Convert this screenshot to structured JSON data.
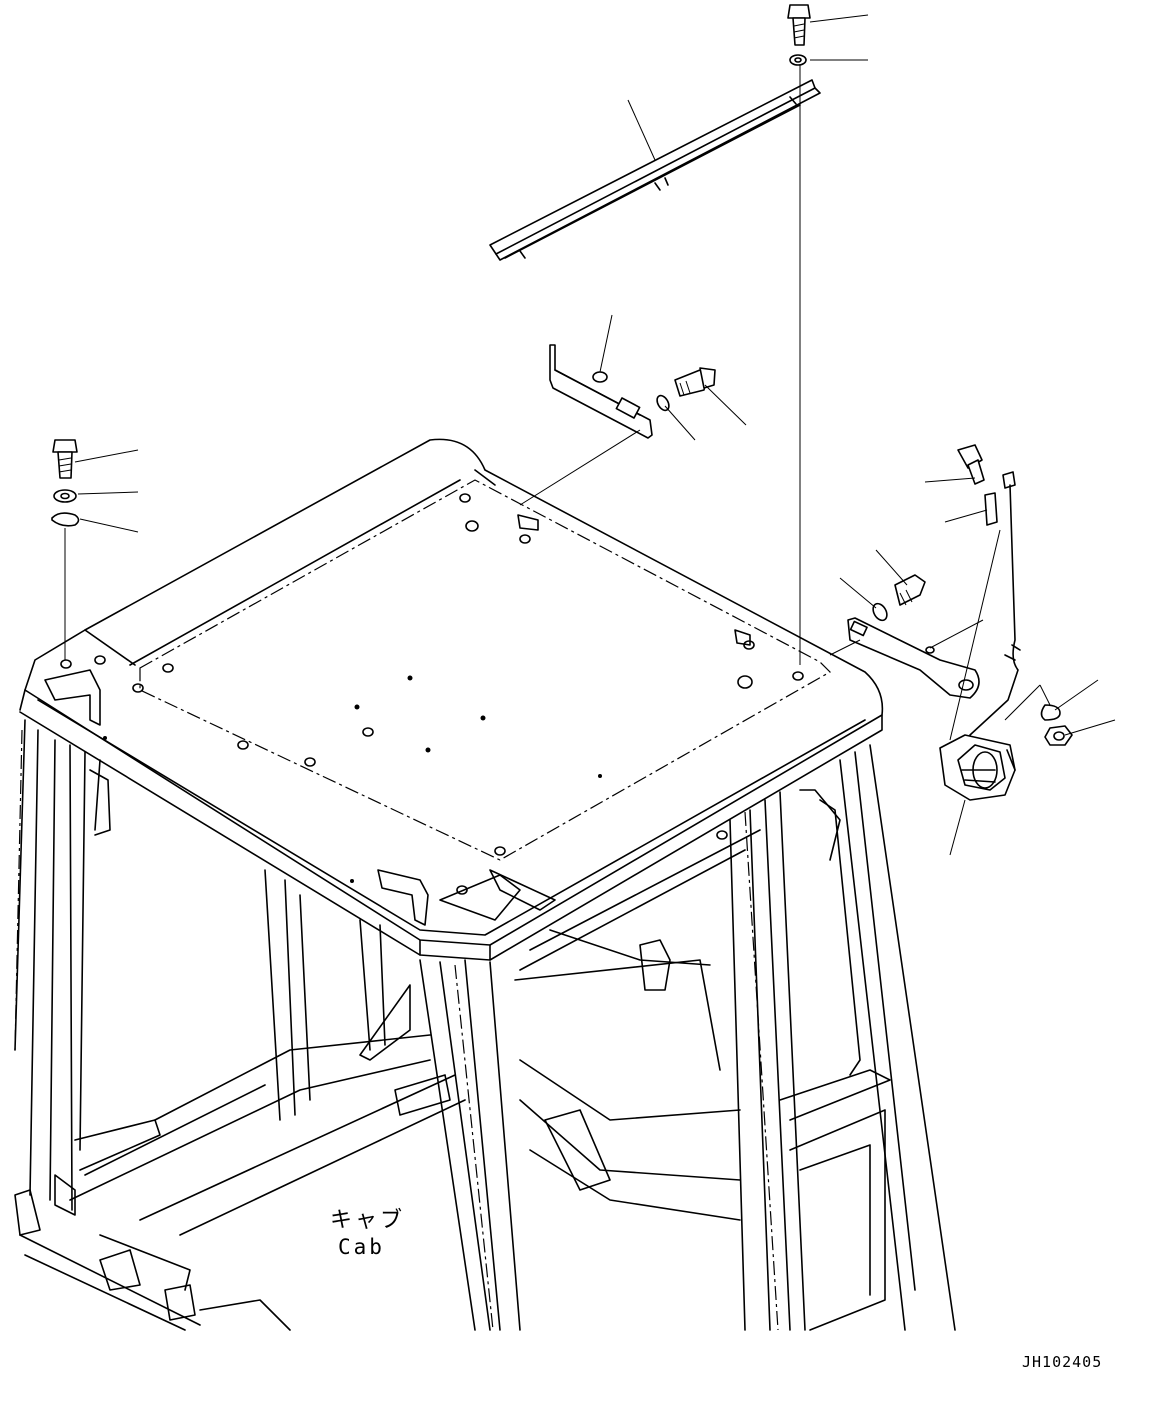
{
  "labels": {
    "cab_japanese": "キャブ",
    "cab_english": "Cab",
    "drawing_id": "JH102405"
  },
  "colors": {
    "line": "#000000",
    "background": "#ffffff"
  }
}
